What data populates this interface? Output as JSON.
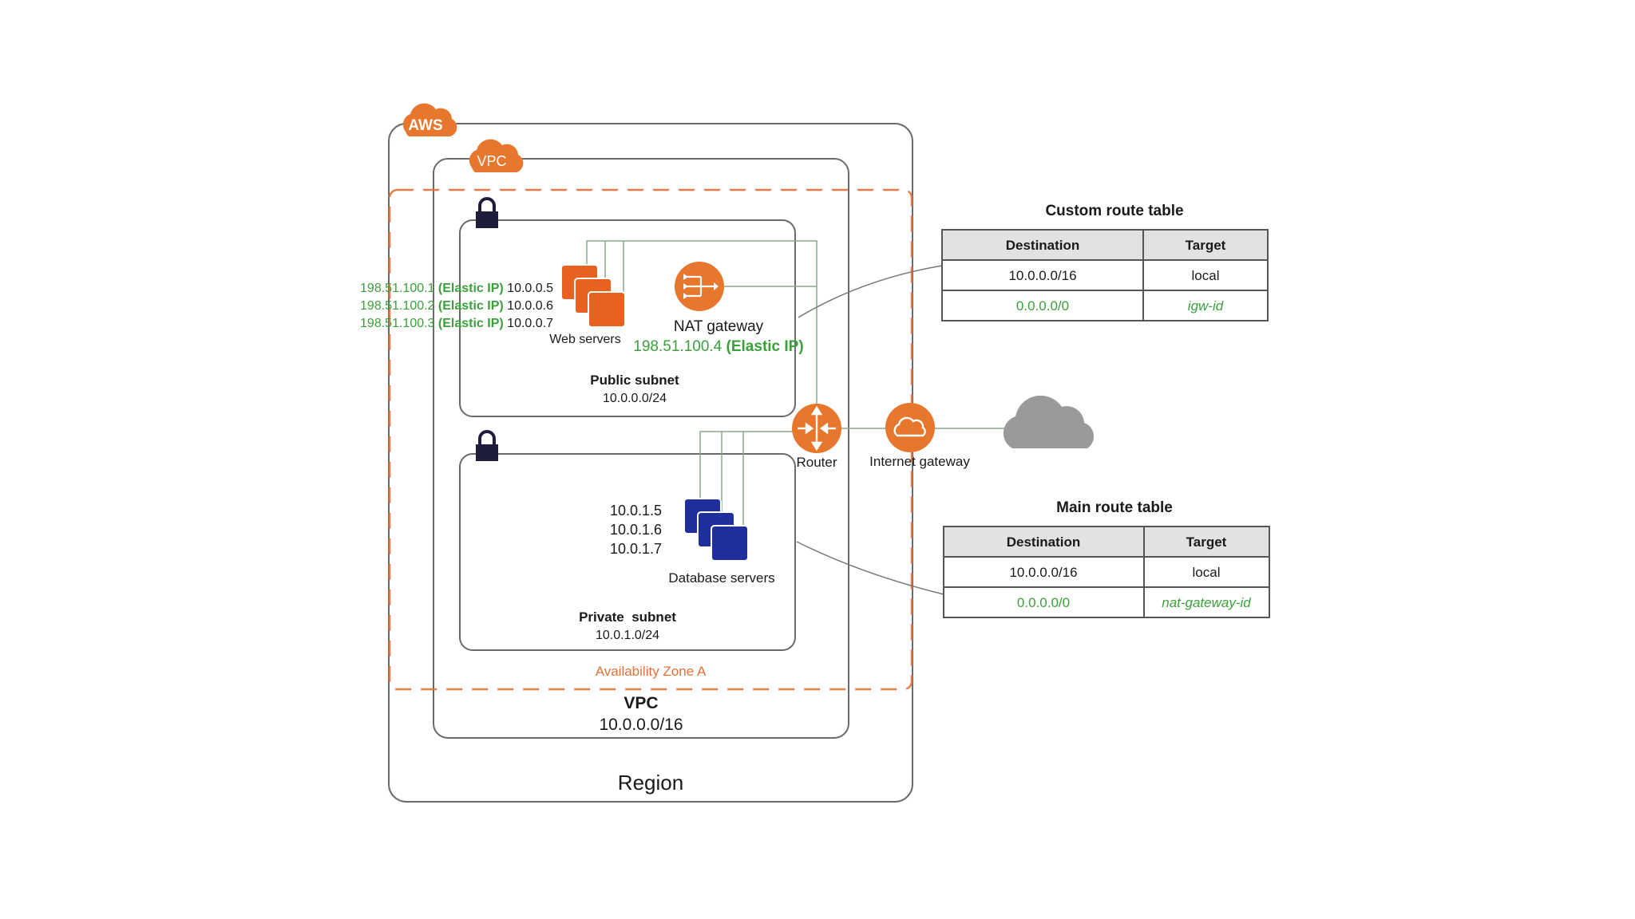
{
  "colors": {
    "accent_orange": "#e8772e",
    "server_orange": "#e8611f",
    "db_blue": "#1f2f9e",
    "lock_navy": "#1e1e3c",
    "elastic_green": "#3aa13a",
    "az_dashed": "#e5703a",
    "internet_cloud": "#9a9a9a",
    "table_header_bg": "#e2e2e2"
  },
  "region": {
    "label": "Region",
    "badge": "AWS",
    "badge_icon": "aws-cloud-icon"
  },
  "vpc": {
    "badge": "VPC",
    "badge_icon": "vpc-cloud-icon",
    "title": "VPC",
    "cidr": "10.0.0.0/16"
  },
  "availability_zone": {
    "label": "Availability Zone A"
  },
  "public_subnet": {
    "title": "Public subnet",
    "cidr": "10.0.0.0/24",
    "icon": "lock-icon",
    "web_servers": {
      "label": "Web servers",
      "icon": "web-servers-icon",
      "instances": [
        {
          "elastic_ip": "198.51.100.1",
          "elastic_suffix": "(Elastic IP)",
          "private_ip": "10.0.0.5"
        },
        {
          "elastic_ip": "198.51.100.2",
          "elastic_suffix": "(Elastic IP)",
          "private_ip": "10.0.0.6"
        },
        {
          "elastic_ip": "198.51.100.3",
          "elastic_suffix": "(Elastic IP)",
          "private_ip": "10.0.0.7"
        }
      ]
    },
    "nat_gateway": {
      "label": "NAT gateway",
      "icon": "nat-gateway-icon",
      "elastic_ip": "198.51.100.4",
      "elastic_suffix": "(Elastic IP)"
    }
  },
  "private_subnet": {
    "title": "Private  subnet",
    "cidr": "10.0.1.0/24",
    "icon": "lock-icon",
    "database_servers": {
      "label": "Database servers",
      "icon": "database-servers-icon",
      "ips": [
        "10.0.1.5",
        "10.0.1.6",
        "10.0.1.7"
      ]
    }
  },
  "router": {
    "label": "Router",
    "icon": "router-icon"
  },
  "internet_gateway": {
    "label": "Internet gateway",
    "icon": "internet-gateway-icon"
  },
  "internet": {
    "icon": "internet-cloud-icon"
  },
  "custom_route_table": {
    "title": "Custom route table",
    "columns": [
      "Destination",
      "Target"
    ],
    "rows": [
      {
        "destination": "10.0.0.0/16",
        "target": "local",
        "highlight": false
      },
      {
        "destination": "0.0.0.0/0",
        "target": "igw-id",
        "highlight": true
      }
    ]
  },
  "main_route_table": {
    "title": "Main route table",
    "columns": [
      "Destination",
      "Target"
    ],
    "rows": [
      {
        "destination": "10.0.0.0/16",
        "target": "local",
        "highlight": false
      },
      {
        "destination": "0.0.0.0/0",
        "target": "nat-gateway-id",
        "highlight": true
      }
    ]
  }
}
